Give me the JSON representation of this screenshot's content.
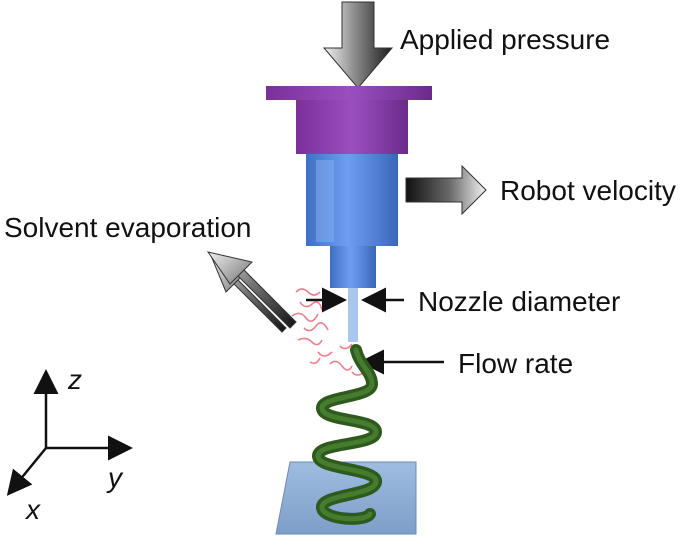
{
  "labels": {
    "applied_pressure": "Applied pressure",
    "robot_velocity": "Robot velocity",
    "solvent_evaporation": "Solvent evaporation",
    "nozzle_diameter": "Nozzle diameter",
    "flow_rate": "Flow rate"
  },
  "axes": {
    "z": "z",
    "y": "y",
    "x": "x"
  },
  "colors": {
    "plunger": "#8a3fa8",
    "barrel": "#4f7fd6",
    "nozzle": "#5b8fe0",
    "filament": "#2f5a1e",
    "substrate": "#8fb0d8",
    "evaporation": "#e86a7a"
  }
}
